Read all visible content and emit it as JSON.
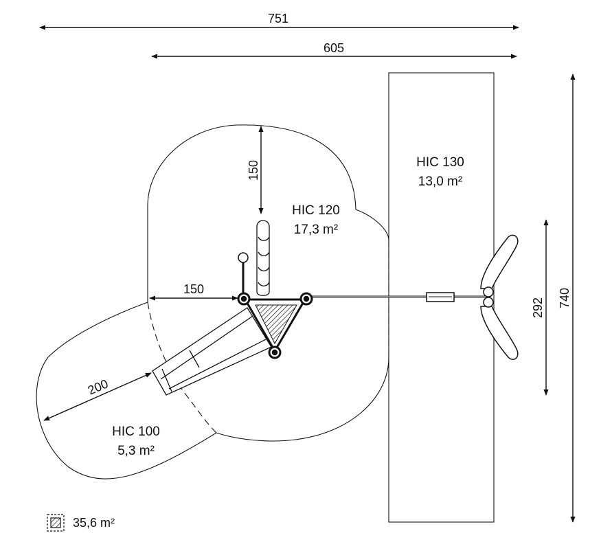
{
  "dimensions": {
    "overall_width": "751",
    "swing_zone_width": "605",
    "overall_depth": "740",
    "swing_seat_span": "292",
    "upper_clearance": "150",
    "left_clearance": "150",
    "slide_clearance": "200"
  },
  "zones": {
    "hic120": {
      "name": "HIC 120",
      "area": "17,3 m²"
    },
    "hic130": {
      "name": "HIC 130",
      "area": "13,0 m²"
    },
    "hic100": {
      "name": "HIC 100",
      "area": "5,3 m²"
    }
  },
  "legend": {
    "total_area": "35,6 m²",
    "icon": "hatched-square-icon"
  },
  "colors": {
    "line": "#111111",
    "background": "#ffffff",
    "equipment_fill": "#ffffff"
  }
}
